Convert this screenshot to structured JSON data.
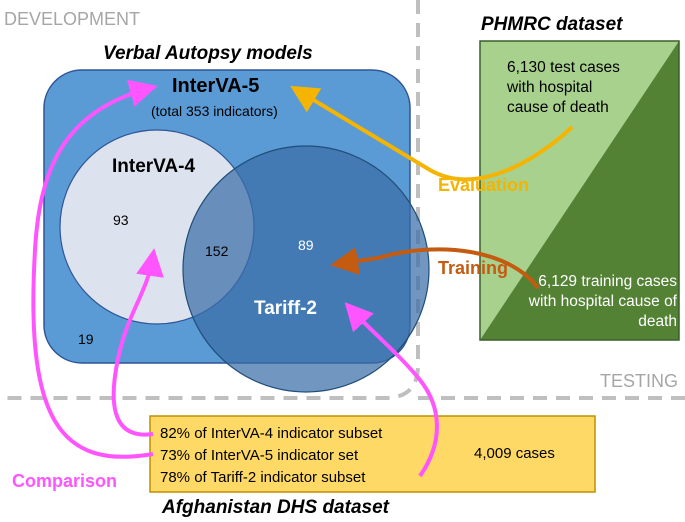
{
  "zones": {
    "development": "DEVELOPMENT",
    "testing": "TESTING"
  },
  "va_models": {
    "title": "Verbal Autopsy models",
    "interva5": "InterVA-5",
    "interva5_total": "(total 353 indicators)",
    "interva4": "InterVA-4",
    "tariff2": "Tariff-2",
    "counts": {
      "interva4_only": "93",
      "overlap": "152",
      "tariff2_only": "89",
      "interva5_only": "19"
    }
  },
  "phmrc": {
    "title": "PHMRC dataset",
    "test_cases": "6,130 test cases with hospital cause of death",
    "training_cases": "6,129 training cases with hospital cause of death"
  },
  "arrows": {
    "evaluation": "Evaluation",
    "training": "Training",
    "comparison": "Comparison"
  },
  "dhs": {
    "title": "Afghanistan DHS dataset",
    "lines": [
      "82% of InterVA-4 indicator subset",
      "73% of InterVA-5 indicator set",
      "78% of Tariff-2 indicator subset"
    ],
    "cases": "4,009 cases"
  },
  "colors": {
    "va_box": "#5b9bd5",
    "interva4": "#dde3ee",
    "tariff2": "#3a6ea8",
    "phmrc_light": "#a9d18e",
    "phmrc_dark": "#548235",
    "dhs_box": "#ffd966",
    "evaluation": "#f4b400",
    "training": "#c55a11",
    "comparison": "#ff55ff"
  }
}
